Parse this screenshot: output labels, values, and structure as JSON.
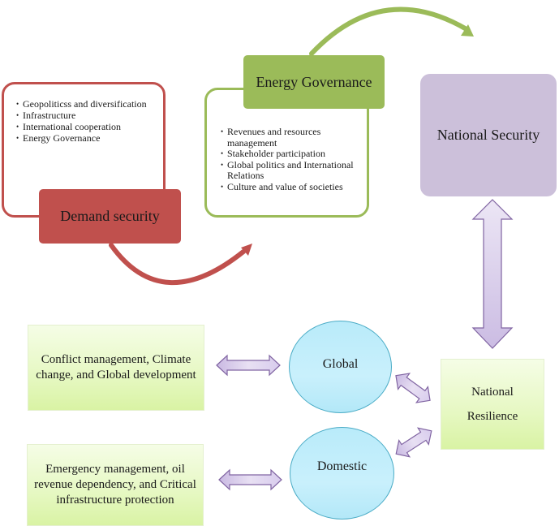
{
  "diagram": {
    "demand_security": {
      "title": "Demand security",
      "items": [
        "Geopoliticss and diversification",
        "Infrastructure",
        "International cooperation",
        "Energy Governance"
      ],
      "color": "#c0504d"
    },
    "energy_governance": {
      "title": "Energy Governance",
      "items": [
        "Revenues and resources management",
        "Stakeholder participation",
        "Global politics and International Relations",
        "Culture and value of societies"
      ],
      "color": "#9bbb59"
    },
    "national_security": {
      "title": "National Security",
      "color": "#ccc0da"
    },
    "national_resilience": {
      "line1": "National",
      "line2": "Resilience"
    },
    "global": {
      "label": "Global",
      "description": "Conflict management, Climate change, and Global development"
    },
    "domestic": {
      "label": "Domestic",
      "description": "Emergency management, oil revenue dependency, and Critical infrastructure protection"
    },
    "colors": {
      "arrow_purple_fill": "#e3d9f0",
      "arrow_purple_stroke": "#8064a2",
      "circle_stroke": "#4bacc6",
      "circle_fill": "#c4eefb",
      "box_green": "#e6f8c2"
    }
  }
}
